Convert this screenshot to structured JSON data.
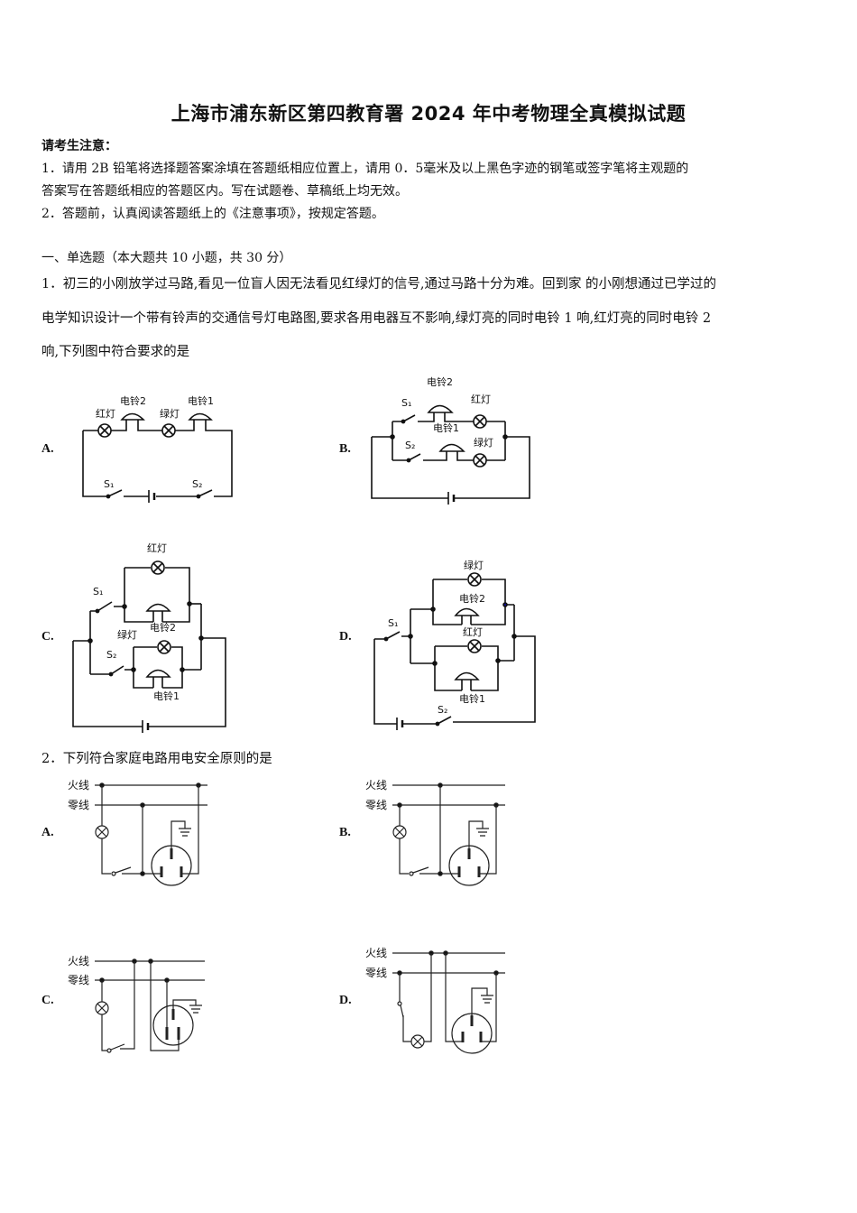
{
  "document": {
    "title": "上海市浦东新区第四教育署 2024 年中考物理全真模拟试题",
    "notice_heading": "请考生注意：",
    "notices": [
      "1．请用 2B 铅笔将选择题答案涂填在答题纸相应位置上，请用 0．5毫米及以上黑色字迹的钢笔或签字笔将主观题的",
      "答案写在答题纸相应的答题区内。写在试题卷、草稿纸上均无效。",
      "2．答题前，认真阅读答题纸上的《注意事项》，按规定答题。"
    ],
    "section": "一、单选题（本大题共 10 小题，共 30 分）"
  },
  "questions": [
    {
      "number": "1",
      "lines": [
        "1．初三的小刚放学过马路,看见一位盲人因无法看见红绿灯的信号,通过马路十分为难。回到家 的小刚想通过已学过的",
        "电学知识设计一个带有铃声的交通信号灯电路图,要求各用电器互不影响,绿灯亮的同时电铃 1 响,红灯亮的同时电铃 2",
        "响,下列图中符合要求的是"
      ],
      "options": [
        {
          "label": "A.",
          "labels": {
            "red": "红灯",
            "green": "绿灯",
            "bell1": "电铃1",
            "bell2": "电铃2",
            "s1": "S₁",
            "s2": "S₂"
          }
        },
        {
          "label": "B.",
          "labels": {
            "red": "红灯",
            "green": "绿灯",
            "bell1": "电铃1",
            "bell2": "电铃2",
            "s1": "S₁",
            "s2": "S₂"
          }
        },
        {
          "label": "C.",
          "labels": {
            "red": "红灯",
            "green": "绿灯",
            "bell1": "电铃1",
            "bell2": "电铃2",
            "s1": "S₁",
            "s2": "S₂"
          }
        },
        {
          "label": "D.",
          "labels": {
            "red": "红灯",
            "green": "绿灯",
            "bell1": "电铃1",
            "bell2": "电铃2",
            "s1": "S₁",
            "s2": "S₂"
          }
        }
      ]
    },
    {
      "number": "2",
      "lines": [
        "2．下列符合家庭电路用电安全原则的是"
      ],
      "options": [
        {
          "label": "A.",
          "live": "火线",
          "neutral": "零线"
        },
        {
          "label": "B.",
          "live": "火线",
          "neutral": "零线"
        },
        {
          "label": "C.",
          "live": "火线",
          "neutral": "零线"
        },
        {
          "label": "D.",
          "live": "火线",
          "neutral": "零线"
        }
      ]
    }
  ]
}
